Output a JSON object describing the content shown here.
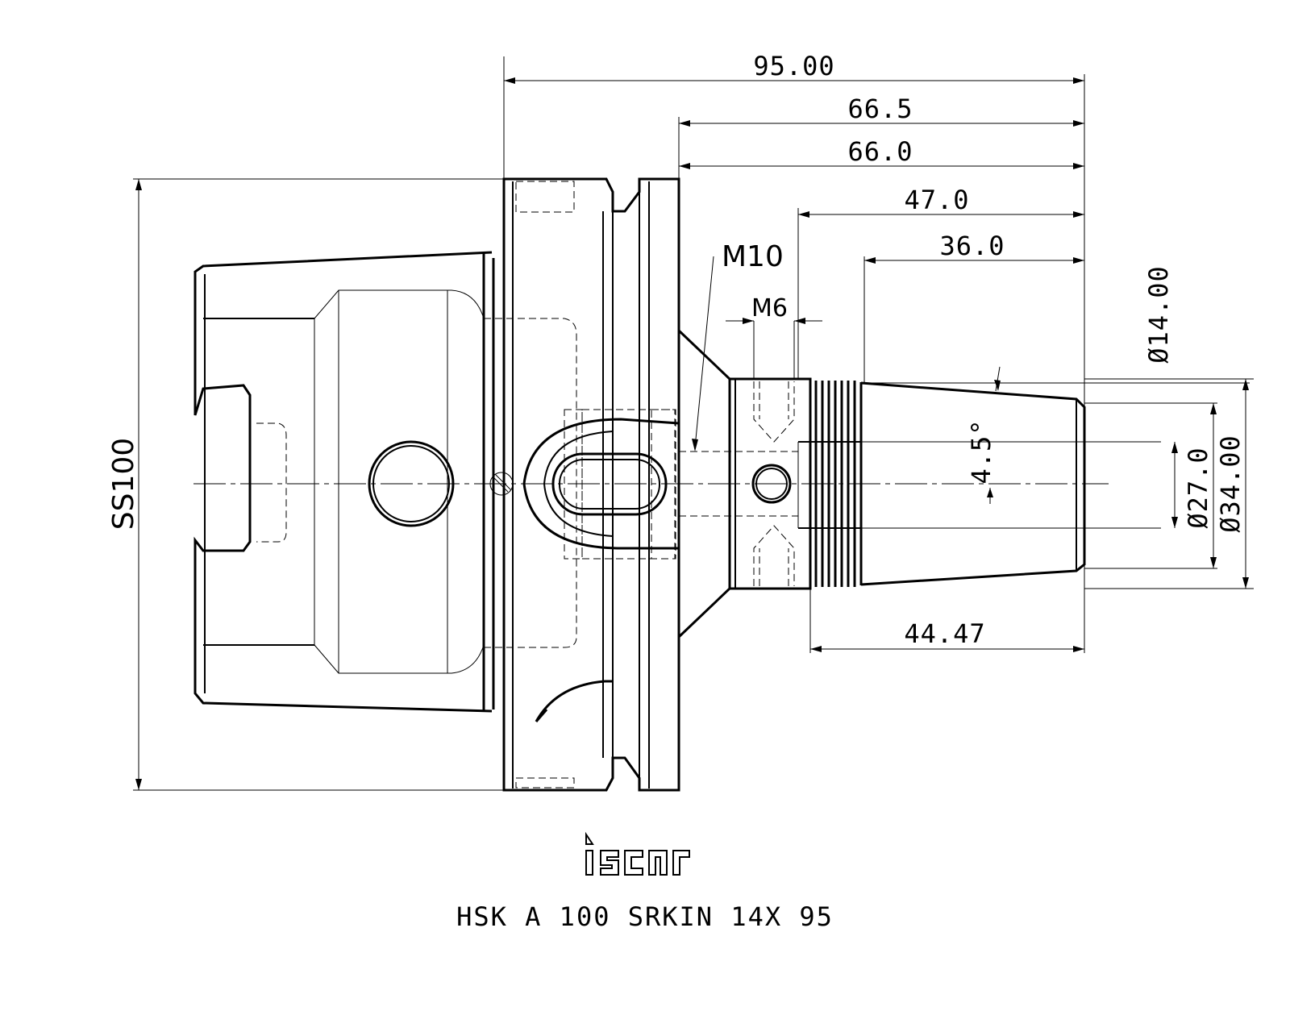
{
  "part_designation": "HSK A 100 SRKIN 14X 95",
  "logo_text": "iscar",
  "dimensions": {
    "overall_length": "95.00",
    "length_66_5": "66.5",
    "length_66_0": "66.0",
    "length_47": "47.0",
    "length_36": "36.0",
    "length_44_47": "44.47",
    "taper_angle": "4.5°",
    "bore_diameter": "Ø14.00",
    "diameter_27": "Ø27.0",
    "diameter_34": "Ø34.00",
    "shank_size": "SS100",
    "thread_m10": "M10",
    "thread_m6": "M6"
  }
}
